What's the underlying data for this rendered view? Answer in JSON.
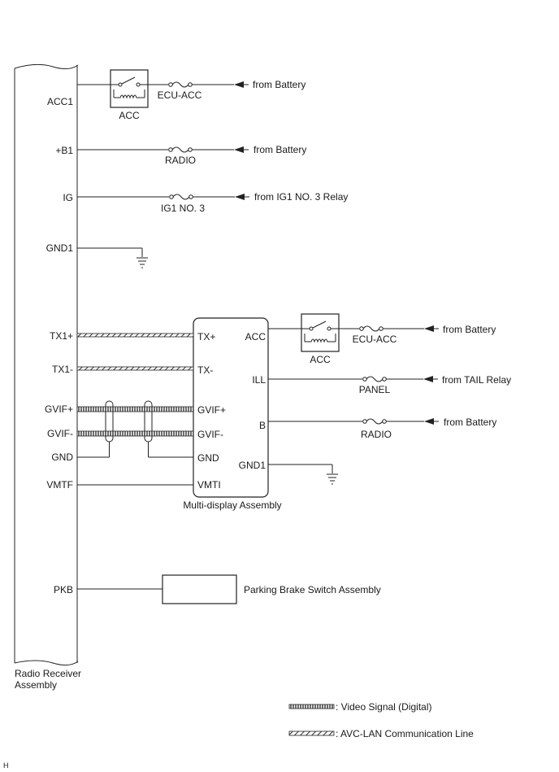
{
  "radio_receiver": {
    "name_line1": "Radio Receiver",
    "name_line2": "Assembly",
    "pins": {
      "acc1": "ACC1",
      "b1": "+B1",
      "ig": "IG",
      "gnd1": "GND1",
      "tx1p": "TX1+",
      "tx1m": "TX1-",
      "gvifp": "GVIF+",
      "gvifm": "GVIF-",
      "gnd": "GND",
      "vmtf": "VMTF",
      "pkb": "PKB"
    }
  },
  "top_circuits": {
    "acc_relay": "ACC",
    "fuse_ecu_acc": "ECU-ACC",
    "fuse_radio": "RADIO",
    "fuse_ig1": "IG1 NO. 3",
    "src_battery_1": "from Battery",
    "src_battery_2": "from Battery",
    "src_ig1": "from IG1 NO. 3 Relay"
  },
  "multi_display": {
    "name": "Multi-display Assembly",
    "pins_left": {
      "txp": "TX+",
      "txm": "TX-",
      "gvifp": "GVIF+",
      "gvifm": "GVIF-",
      "gnd": "GND",
      "vmti": "VMTI"
    },
    "pins_right": {
      "acc": "ACC",
      "ill": "ILL",
      "b": "B",
      "gnd1": "GND1"
    },
    "acc_relay": "ACC",
    "fuse_ecu_acc": "ECU-ACC",
    "fuse_panel": "PANEL",
    "fuse_radio": "RADIO",
    "src_battery_1": "from Battery",
    "src_tail": "from TAIL Relay",
    "src_battery_2": "from Battery"
  },
  "parking_brake": {
    "name": "Parking Brake Switch Assembly"
  },
  "legend": {
    "video": ": Video Signal (Digital)",
    "avc": ": AVC-LAN Communication Line"
  },
  "corner_mark": "H"
}
